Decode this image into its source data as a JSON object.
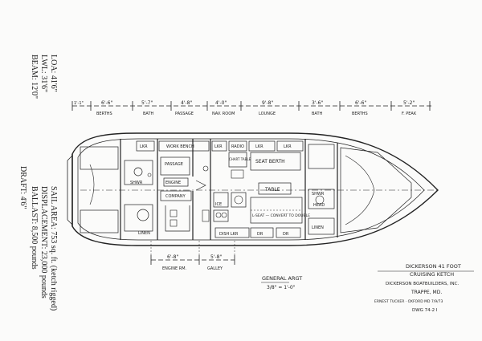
{
  "specs": {
    "loa": "LOA: 41'6\"",
    "lwl": "LWL: 31'6\"",
    "beam": "BEAM: 12'0\"",
    "draft": "DRAFT: 4'6\"",
    "sail_area": "SAIL AREA: 753 sq. ft. (ketch rigged)",
    "displacement": "DISPLACEMENT: 23,000 pounds",
    "ballast": "BALLAST: 8,500 pounds"
  },
  "dimensions_top": [
    {
      "value": "6'-6\"",
      "label": "BERTHS"
    },
    {
      "value": "5'-7\"",
      "label": "BATH"
    },
    {
      "value": "4'-8\"",
      "label": "PASSAGE"
    },
    {
      "value": "4'-0\"",
      "label": "NAV. ROOM"
    },
    {
      "value": "9'-8\"",
      "label": "LOUNGE"
    },
    {
      "value": "3'-6\"",
      "label": "BATH"
    },
    {
      "value": "6'-6\"",
      "label": "BERTHS"
    },
    {
      "value": "5'-2\"",
      "label": "F. PEAK"
    }
  ],
  "dim_lead": "1'-1\"",
  "dimensions_bottom": [
    {
      "value": "6'-8\"",
      "label": "ENGINE RM."
    },
    {
      "value": "5'-8\"",
      "label": "GALLEY"
    }
  ],
  "rooms": {
    "work_bench": "WORK BENCH",
    "lkr_a": "LKR",
    "lkr_b": "LKR",
    "radio": "RADIO",
    "lkr_c": "LKR",
    "lkr_d": "LKR",
    "chart_table": "CHART TABLE",
    "seat_berth": "SEAT BERTH",
    "passage": "PASSAGE",
    "engine": "ENGINE",
    "shower": "SHWR",
    "companionway": "COMPANY",
    "table": "TABLE",
    "lseat": "L-SEAT — CONVERT TO DOUBLE",
    "dish_lkr": "DISH LKR",
    "dr_a": "DR",
    "dr_b": "DR",
    "linen_a": "LINEN",
    "linen_b": "LINEN",
    "shower_b": "SHWR",
    "head": "HEAD",
    "ice": "ICE"
  },
  "title_block": {
    "line1": "DICKERSON 41 FOOT",
    "line2": "CRUISING KETCH",
    "line3": "DICKERSON BOATBUILDERS, INC.",
    "line4": "TRAPPE, MD.",
    "line5": "ERNEST TUCKER · OXFORD MD 7/9/73",
    "line6": "DWG 74-2 I"
  },
  "arrangement": {
    "title": "GENERAL ARGT",
    "scale": "3/8\" = 1'-0\""
  }
}
